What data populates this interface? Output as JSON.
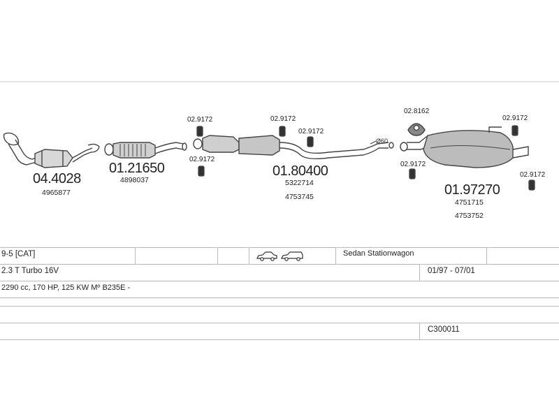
{
  "parts": {
    "cat_converter": {
      "number": "04.4028",
      "oem": [
        "4965877"
      ]
    },
    "front_pipe": {
      "number": "01.21650",
      "oem": [
        "4898037"
      ]
    },
    "center_silencer": {
      "number": "01.80400",
      "oem": [
        "5322714",
        "4753745"
      ]
    },
    "rear_silencer": {
      "number": "01.97270",
      "oem": [
        "4751715",
        "4753752"
      ]
    }
  },
  "clamps": {
    "hanger_1": "02.9172",
    "hanger_2": "02.9172",
    "hanger_3": "02.9172",
    "hanger_4": "02.9172",
    "hanger_5": "02.9172",
    "hanger_6": "02.9172",
    "rubber_mount": "02.8162",
    "pipe_diameter": "Ø60"
  },
  "vehicle": {
    "model": "9-5  [CAT]",
    "body_types": "Sedan  Stationwagon",
    "engine": "2.3 T Turbo 16V",
    "years": "01/97 - 07/01",
    "specs": "2290 cc, 170 HP, 125 KW Mº B235E -",
    "code": "C300011"
  },
  "icons": [
    "sedan-car-icon",
    "stationwagon-car-icon"
  ]
}
